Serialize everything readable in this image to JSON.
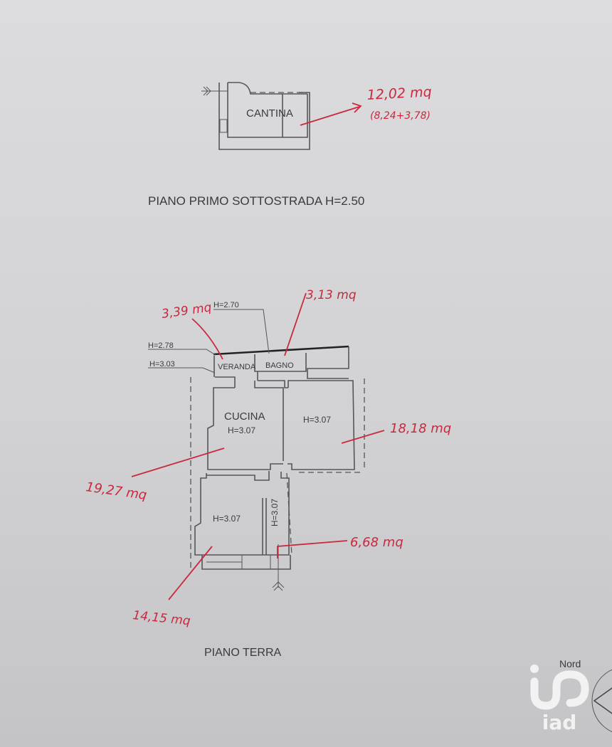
{
  "basement": {
    "title": "PIANO PRIMO SOTTOSTRADA H=2.50",
    "room": "CANTINA",
    "area_note": "12,02 mq",
    "area_breakdown": "(8,24+3,78)"
  },
  "ground_floor": {
    "title": "PIANO TERRA",
    "heights": {
      "bagno": "H=2.70",
      "veranda": "H=2.78",
      "entry": "H=3.03",
      "cucina": "H=3.07",
      "room_right": "H=3.07",
      "room_bottom": "H=3.07",
      "corridor": "H=3.07"
    },
    "rooms": {
      "veranda": "VERANDA",
      "bagno": "BAGNO",
      "cucina": "CUCINA"
    },
    "areas": {
      "veranda": "3,39 mq",
      "bagno": "3,13 mq",
      "room_right": "18,18 mq",
      "cucina": "19,27 mq",
      "corridor": "6,68 mq",
      "room_bottom": "14,15 mq"
    }
  },
  "compass": {
    "label": "Nord"
  },
  "watermark": {
    "brand": "iad"
  },
  "colors": {
    "annotation": "#c9283e",
    "linework": "#55565a"
  }
}
